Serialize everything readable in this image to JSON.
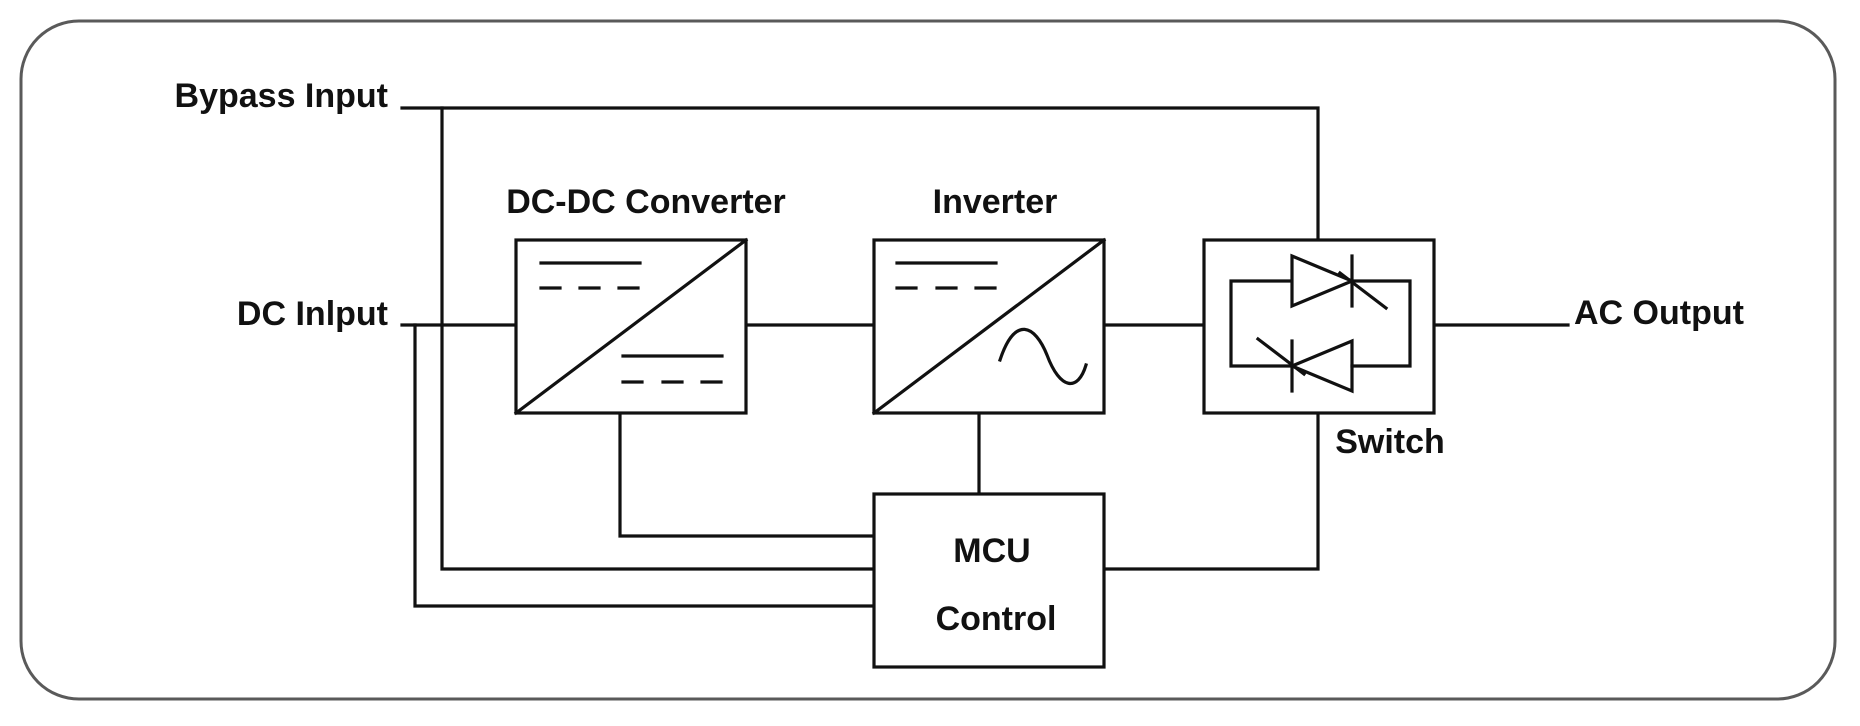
{
  "labels": {
    "bypass_input": "Bypass Input",
    "dc_input": "DC Inlput",
    "ac_output": "AC Output",
    "dc_dc_converter": "DC-DC Converter",
    "inverter": "Inverter",
    "switch": "Switch",
    "mcu_line1": "MCU",
    "mcu_line2": "Control"
  },
  "icons": {
    "dc_dc_converter": "dc-dc-converter-symbol",
    "inverter": "dc-ac-inverter-symbol",
    "switch": "antiparallel-thyristor-symbol"
  },
  "colors": {
    "stroke": "#111111",
    "frame": "#5a5a5a",
    "background": "#ffffff"
  }
}
